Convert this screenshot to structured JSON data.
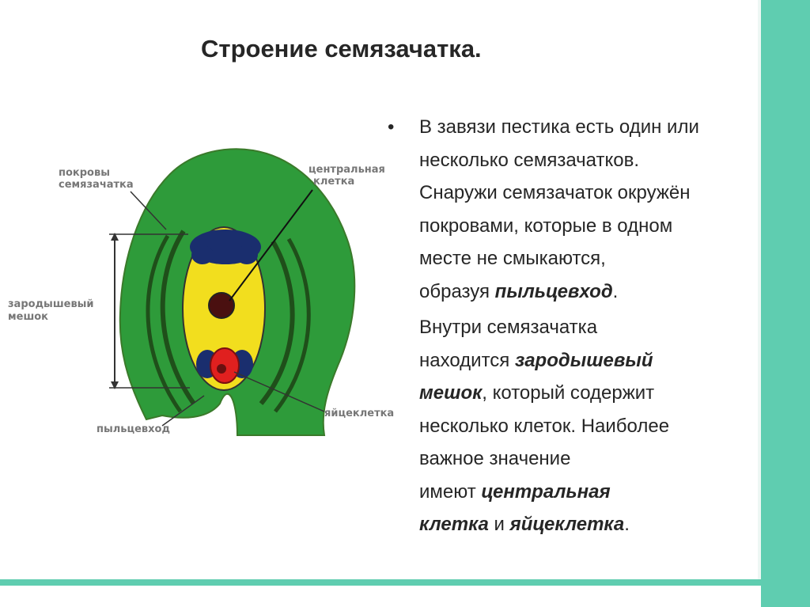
{
  "slide": {
    "title": "Строение семязачатка.",
    "colors": {
      "accent": "#5fcdb0",
      "integument": "#2e9b3a",
      "embryo_sac": "#f2de1e",
      "egg_cell": "#e0201f"
    }
  },
  "diagram": {
    "labels": {
      "integuments": [
        "покровы",
        "семязачатка"
      ],
      "central_cell": [
        "центральная",
        "клетка"
      ],
      "embryo_sac": [
        "зародышевый",
        "мешок"
      ],
      "micropyle": "пыльцевход",
      "egg_cell": "яйцеклетка"
    }
  },
  "text": {
    "bullet": "•",
    "p1_lines": [
      "В завязи пестика есть один или",
      "несколько семязачатков.",
      "Снаружи семязачаток окружён",
      "покровами, которые в одном",
      "месте не смыкаются,"
    ],
    "p1_last_prefix": "образуя ",
    "p1_term": "пыльцевход",
    "p1_end": ".",
    "p2_line1": "Внутри семязачатка",
    "p2_line2_prefix": "находится ",
    "p2_term1_part1": "зародышевый",
    "p2_term1_part2": "мешок",
    "p2_line3_rest": ", который содержит",
    "p2_line4": "несколько клеток. Наиболее",
    "p2_line5": "важное значение",
    "p2_line6_prefix": "имеют ",
    "p2_term2_part1": "центральная",
    "p2_term2_part2": "клетка",
    "p2_conj": " и ",
    "p2_term3": "яйцеклетка",
    "p2_end": "."
  }
}
